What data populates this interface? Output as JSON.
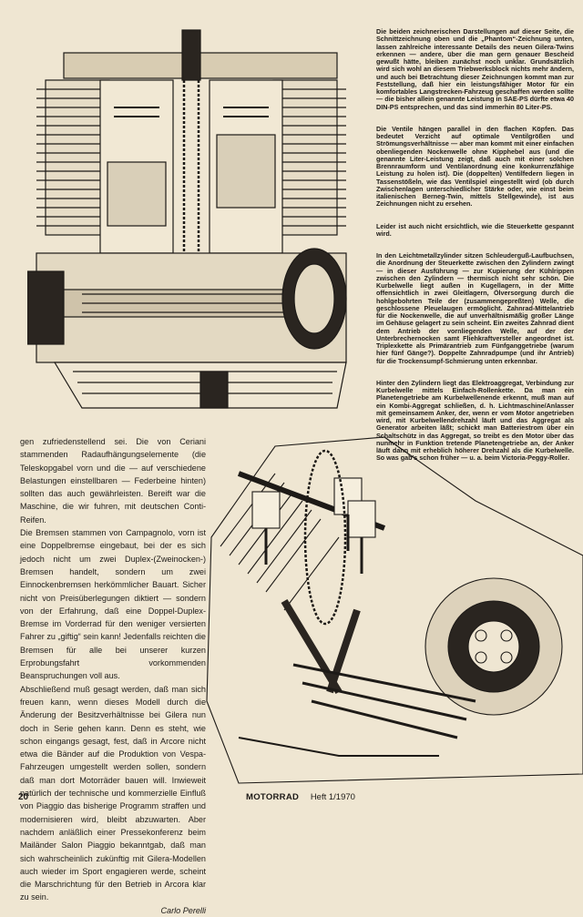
{
  "right_column": {
    "paragraphs": [
      "Die beiden zeichnerischen Darstellungen auf dieser Seite, die Schnittzeichnung oben und die „Phantom“-Zeichnung unten, lassen zahlreiche interessante Details des neuen Gilera-Twins erkennen — andere, über die man gern genauer Bescheid gewußt hätte, bleiben zunächst noch unklar. Grundsätzlich wird sich wohl an diesem Triebwerksblock nichts mehr ändern, und auch bei Betrachtung dieser Zeichnungen kommt man zur Feststellung, daß hier ein leistungsfähiger Motor für ein komfortables Langstrecken-Fahrzeug geschaffen werden sollte — die bisher allein genannte Leistung in SAE-PS dürfte etwa 40 DIN-PS entsprechen, und das sind immerhin 80 Liter-PS.",
      "Die Ventile hängen parallel in den flachen Köpfen. Das bedeutet Verzicht auf optimale Ventilgrößen und Strömungsverhältnisse — aber man kommt mit einer einfachen obenliegenden Nockenwelle ohne Kipphebel aus (und die genannte Liter-Leistung zeigt, daß auch mit einer solchen Brennraumform und Ventilanordnung eine konkurrenzfähige Leistung zu holen ist). Die (doppelten) Ventilfedern liegen in Tassenstößeln, wie das Ventilspiel eingestellt wird (ob durch Zwischenlagen unterschiedlicher Stärke oder, wie einst beim italienischen Berneg-Twin, mittels Stellgewinde), ist aus Zeichnungen nicht zu ersehen.",
      "Leider ist auch nicht ersichtlich, wie die Steuerkette gespannt wird.",
      "In den Leichtmetallzylinder sitzen Schleuderguß-Laufbuchsen, die Anordnung der Steuerkette zwischen den Zylindern zwingt — in dieser Ausführung — zur Kupierung der Kühlrippen zwischen den Zylindern — thermisch nicht sehr schön. Die Kurbelwelle liegt außen in Kugellagern, in der Mitte offensichtlich in zwei Gleitlagern, Ölversorgung durch die hohlgebohrten Teile der (zusammengepreßten) Welle, die geschlossene Pleuelaugen ermöglicht. Zahnrad-Mittelantrieb für die Nockenwelle, die auf unverhältnismäßig großer Länge im Gehäuse gelagert zu sein scheint. Ein zweites Zahnrad dient dem Antrieb der vornliegenden Welle, auf der der Unterbrechernocken samt Fliehkraftversteller angeordnet ist. Triplexkette als Primärantrieb zum Fünfganggetriebe (warum hier fünf Gänge?). Doppelte Zahnradpumpe (und ihr Antrieb) für die Trockensumpf-Schmierung unten erkennbar.",
      "Hinter den Zylindern liegt das Elektroaggregat, Verbindung zur Kurbelwelle mittels Einfach-Rollenkette. Da man ein Planetengetriebe am Kurbelwellenende erkennt, muß man auf ein Kombi-Aggregat schließen, d. h. Lichtmaschine/Anlasser mit gemeinsamem Anker, der, wenn er vom Motor angetrieben wird, mit Kurbelwellendrehzahl läuft und das Aggregat als Generator arbeiten läßt; schickt man Batteriestrom über ein Schaltschütz in das Aggregat, so treibt es den Motor über das nunmehr in Funktion tretende Planetengetriebe an, der Anker läuft dann mit erheblich höherer Drehzahl als die Kurbelwelle. So was gab's schon früher — u. a. beim Victoria-Peggy-Roller."
    ]
  },
  "left_column": {
    "paragraphs": [
      "gen zufriedenstellend sei. Die von Ceriani stammenden Radaufhängungselemente (die Teleskopgabel vorn und die — auf verschiedene Belastungen einstellbaren — Federbeine hinten) sollten das auch gewährleisten. Bereift war die Maschine, die wir fuhren, mit deutschen Conti-Reifen.",
      "Die Bremsen stammen von Campagnolo, vorn ist eine Doppelbremse eingebaut, bei der es sich jedoch nicht um zwei Duplex-(Zweinocken-) Bremsen handelt, sondern um zwei Einnockenbremsen herkömmlicher Bauart. Sicher nicht von Preisüberlegungen diktiert — sondern von der Erfahrung, daß eine Doppel-Duplex-Bremse im Vorderrad für den weniger versierten Fahrer zu „giftig“ sein kann! Jedenfalls reichten die Bremsen für alle bei unserer kurzen Erprobungsfahrt vorkommenden Beanspruchungen voll aus.",
      "Abschließend muß gesagt werden, daß man sich freuen kann, wenn dieses Modell durch die Änderung der Besitzverhältnisse bei Gilera nun doch in Serie gehen kann. Denn es steht, wie schon eingangs gesagt, fest, daß in Arcore nicht etwa die Bänder auf die Produktion von Vespa-Fahrzeugen umgestellt werden sollen, sondern daß man dort Motorräder bauen will. Inwieweit natürlich der technische und kommerzielle Einfluß von Piaggio das bisherige Programm straffen und modernisieren wird, bleibt abzuwarten. Aber nachdem anläßlich einer Pressekonferenz beim Mailänder Salon Piaggio bekanntgab, daß man sich wahrscheinlich zukünftig mit Gilera-Modellen auch wieder im Sport engagieren werde, scheint die Marschrichtung für den Betrieb in Arcora klar zu sein."
    ],
    "author": "Carlo Perelli"
  },
  "footer": {
    "page_number": "20",
    "magazine": "MOTORRAD",
    "issue": "Heft 1/1970"
  }
}
